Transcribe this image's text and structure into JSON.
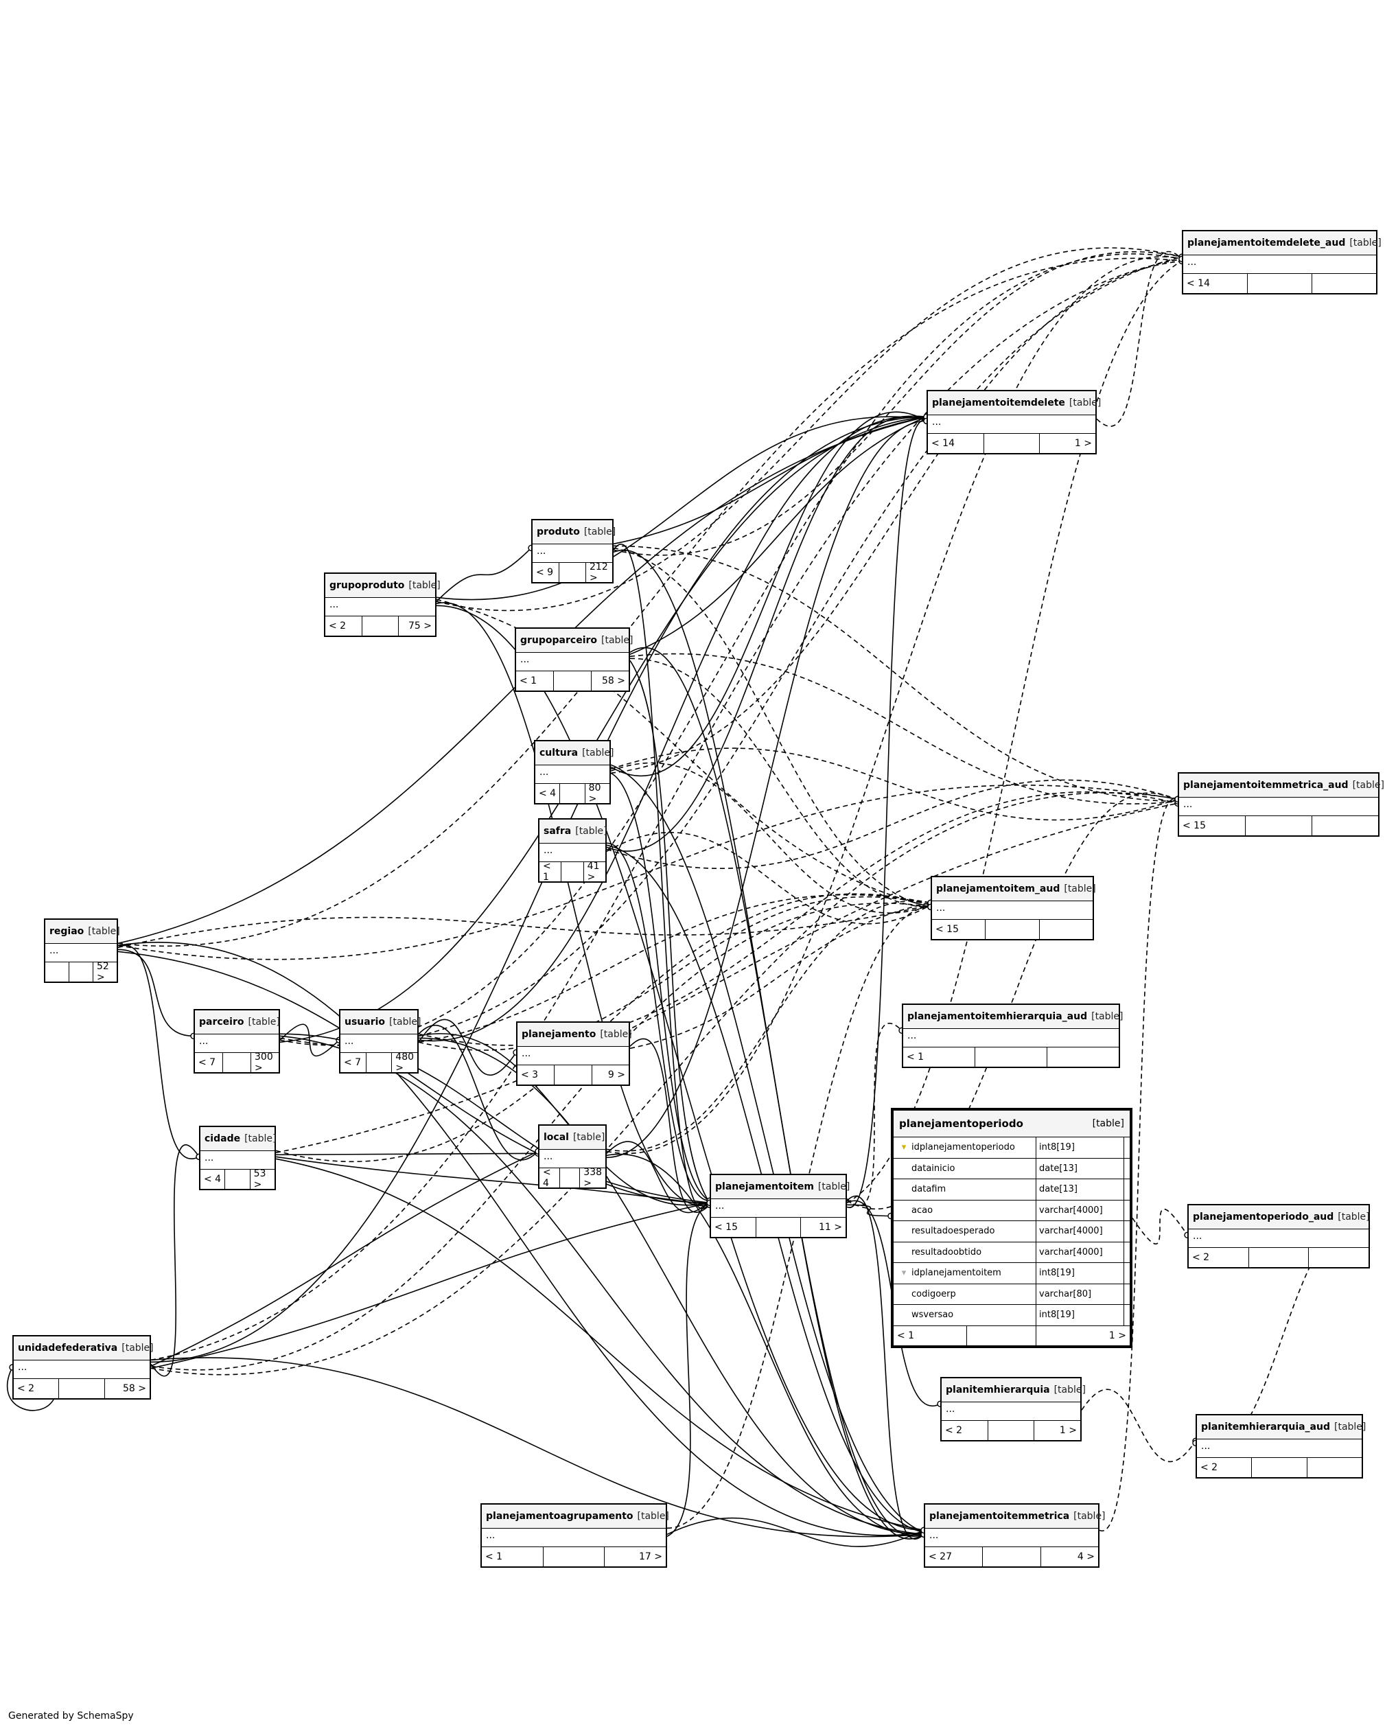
{
  "diagram": {
    "credit": "Generated by SchemaSpy",
    "table_tag": "[table]",
    "tables": [
      {
        "id": "planejamentoitemdelete_aud",
        "name": "planejamentoitemdelete_aud",
        "columns": "...",
        "parents": "< 14",
        "children": ""
      },
      {
        "id": "planejamentoitemdelete",
        "name": "planejamentoitemdelete",
        "columns": "...",
        "parents": "< 14",
        "children": "1 >"
      },
      {
        "id": "produto",
        "name": "produto",
        "columns": "...",
        "parents": "< 9",
        "children": "212 >"
      },
      {
        "id": "grupoproduto",
        "name": "grupoproduto",
        "columns": "...",
        "parents": "< 2",
        "children": "75 >"
      },
      {
        "id": "grupoparceiro",
        "name": "grupoparceiro",
        "columns": "...",
        "parents": "< 1",
        "children": "58 >"
      },
      {
        "id": "cultura",
        "name": "cultura",
        "columns": "...",
        "parents": "< 4",
        "children": "80 >"
      },
      {
        "id": "planejamentoitemmetrica_aud",
        "name": "planejamentoitemmetrica_aud",
        "columns": "...",
        "parents": "< 15",
        "children": ""
      },
      {
        "id": "safra",
        "name": "safra",
        "columns": "...",
        "parents": "< 1",
        "children": "41 >"
      },
      {
        "id": "planejamentoitem_aud",
        "name": "planejamentoitem_aud",
        "columns": "...",
        "parents": "< 15",
        "children": ""
      },
      {
        "id": "regiao",
        "name": "regiao",
        "columns": "...",
        "parents": "",
        "children": "52 >"
      },
      {
        "id": "planejamentoitemhierarquia_aud",
        "name": "planejamentoitemhierarquia_aud",
        "columns": "...",
        "parents": "< 1",
        "children": ""
      },
      {
        "id": "parceiro",
        "name": "parceiro",
        "columns": "...",
        "parents": "< 7",
        "children": "300 >"
      },
      {
        "id": "usuario",
        "name": "usuario",
        "columns": "...",
        "parents": "< 7",
        "children": "480 >"
      },
      {
        "id": "planejamento",
        "name": "planejamento",
        "columns": "...",
        "parents": "< 3",
        "children": "9 >"
      },
      {
        "id": "cidade",
        "name": "cidade",
        "columns": "...",
        "parents": "< 4",
        "children": "53 >"
      },
      {
        "id": "local",
        "name": "local",
        "columns": "...",
        "parents": "< 4",
        "children": "338 >"
      },
      {
        "id": "planejamentoitem",
        "name": "planejamentoitem",
        "columns": "...",
        "parents": "< 15",
        "children": "11 >"
      },
      {
        "id": "planejamentoperiodo_aud",
        "name": "planejamentoperiodo_aud",
        "columns": "...",
        "parents": "< 2",
        "children": ""
      },
      {
        "id": "unidadefederativa",
        "name": "unidadefederativa",
        "columns": "...",
        "parents": "< 2",
        "children": "58 >"
      },
      {
        "id": "planitemhierarquia",
        "name": "planitemhierarquia",
        "columns": "...",
        "parents": "< 2",
        "children": "1 >"
      },
      {
        "id": "planitemhierarquia_aud",
        "name": "planitemhierarquia_aud",
        "columns": "...",
        "parents": "< 2",
        "children": ""
      },
      {
        "id": "planejamentoagrupamento",
        "name": "planejamentoagrupamento",
        "columns": "...",
        "parents": "< 1",
        "children": "17 >"
      },
      {
        "id": "planejamentoitemmetrica",
        "name": "planejamentoitemmetrica",
        "columns": "...",
        "parents": "< 27",
        "children": "4 >"
      }
    ],
    "focus_table": {
      "name": "planejamentoperiodo",
      "tag": "[table]",
      "columns": [
        {
          "name": "idplanejamentoperiodo",
          "type": "int8[19]",
          "key": "pk"
        },
        {
          "name": "datainicio",
          "type": "date[13]",
          "key": ""
        },
        {
          "name": "datafim",
          "type": "date[13]",
          "key": ""
        },
        {
          "name": "acao",
          "type": "varchar[4000]",
          "key": ""
        },
        {
          "name": "resultadoesperado",
          "type": "varchar[4000]",
          "key": ""
        },
        {
          "name": "resultadoobtido",
          "type": "varchar[4000]",
          "key": ""
        },
        {
          "name": "idplanejamentoitem",
          "type": "int8[19]",
          "key": "fk"
        },
        {
          "name": "codigoerp",
          "type": "varchar[80]",
          "key": ""
        },
        {
          "name": "wsversao",
          "type": "int8[19]",
          "key": ""
        }
      ],
      "parents": "< 1",
      "children": "1 >"
    },
    "relationships": [
      {
        "from": "regiao",
        "to": "planejamentoitemdelete",
        "style": "solid"
      },
      {
        "from": "regiao",
        "to": "planejamentoitemmetrica",
        "style": "solid"
      },
      {
        "from": "regiao",
        "to": "cidade",
        "style": "solid"
      },
      {
        "from": "regiao",
        "to": "parceiro",
        "style": "solid"
      },
      {
        "from": "regiao",
        "to": "planejamentoitem",
        "style": "solid"
      },
      {
        "from": "regiao",
        "to": "planejamentoitemdelete_aud",
        "style": "dashed"
      },
      {
        "from": "regiao",
        "to": "planejamentoitemmetrica_aud",
        "style": "dashed"
      },
      {
        "from": "regiao",
        "to": "planejamentoitem_aud",
        "style": "dashed"
      },
      {
        "from": "parceiro",
        "to": "usuario",
        "style": "solid"
      },
      {
        "from": "parceiro",
        "to": "planejamentoitemdelete",
        "style": "solid"
      },
      {
        "from": "parceiro",
        "to": "planejamentoitem",
        "style": "solid"
      },
      {
        "from": "parceiro",
        "to": "planejamentoitemmetrica",
        "style": "solid"
      },
      {
        "from": "parceiro",
        "to": "planejamentoitem_aud",
        "style": "dashed"
      },
      {
        "from": "parceiro",
        "to": "planejamentoitemdelete_aud",
        "style": "dashed"
      },
      {
        "from": "usuario",
        "to": "planejamento",
        "style": "solid"
      },
      {
        "from": "usuario",
        "to": "local",
        "style": "solid"
      },
      {
        "from": "usuario",
        "to": "planejamentoitem",
        "style": "solid"
      },
      {
        "from": "usuario",
        "to": "planejamentoitemmetrica",
        "style": "solid"
      },
      {
        "from": "usuario",
        "to": "planejamentoitemdelete",
        "style": "solid"
      },
      {
        "from": "usuario",
        "to": "planejamentoitem_aud",
        "style": "dashed"
      },
      {
        "from": "usuario",
        "to": "planejamentoitemmetrica_aud",
        "style": "dashed"
      },
      {
        "from": "usuario",
        "to": "planejamentoitemdelete_aud",
        "style": "dashed"
      },
      {
        "from": "grupoproduto",
        "to": "produto",
        "style": "solid"
      },
      {
        "from": "grupoproduto",
        "to": "planejamentoitem",
        "style": "solid"
      },
      {
        "from": "grupoproduto",
        "to": "planejamentoitemmetrica",
        "style": "solid"
      },
      {
        "from": "grupoproduto",
        "to": "planejamentoitemdelete",
        "style": "solid"
      },
      {
        "from": "grupoproduto",
        "to": "planejamentoitem_aud",
        "style": "dashed"
      },
      {
        "from": "grupoproduto",
        "to": "planejamentoitemdelete_aud",
        "style": "dashed"
      },
      {
        "from": "produto",
        "to": "planejamentoitem",
        "style": "solid"
      },
      {
        "from": "produto",
        "to": "planejamentoitemmetrica",
        "style": "solid"
      },
      {
        "from": "produto",
        "to": "planejamentoitemdelete",
        "style": "solid"
      },
      {
        "from": "produto",
        "to": "planejamentoitemmetrica_aud",
        "style": "dashed"
      },
      {
        "from": "produto",
        "to": "planejamentoitem_aud",
        "style": "dashed"
      },
      {
        "from": "produto",
        "to": "planejamentoitemdelete_aud",
        "style": "dashed"
      },
      {
        "from": "grupoparceiro",
        "to": "planejamentoitem",
        "style": "solid"
      },
      {
        "from": "grupoparceiro",
        "to": "planejamentoitemmetrica",
        "style": "solid"
      },
      {
        "from": "grupoparceiro",
        "to": "planejamentoitemdelete",
        "style": "solid"
      },
      {
        "from": "grupoparceiro",
        "to": "planejamentoitemmetrica_aud",
        "style": "dashed"
      },
      {
        "from": "grupoparceiro",
        "to": "planejamentoitem_aud",
        "style": "dashed"
      },
      {
        "from": "cultura",
        "to": "planejamentoitem",
        "style": "solid"
      },
      {
        "from": "cultura",
        "to": "planejamentoitemmetrica",
        "style": "solid"
      },
      {
        "from": "cultura",
        "to": "planejamentoitemdelete",
        "style": "solid"
      },
      {
        "from": "cultura",
        "to": "planejamentoitemmetrica_aud",
        "style": "dashed"
      },
      {
        "from": "cultura",
        "to": "planejamentoitem_aud",
        "style": "dashed"
      },
      {
        "from": "cultura",
        "to": "planejamentoitemdelete_aud",
        "style": "dashed"
      },
      {
        "from": "safra",
        "to": "planejamentoitem",
        "style": "solid"
      },
      {
        "from": "safra",
        "to": "planejamentoitemmetrica",
        "style": "solid"
      },
      {
        "from": "safra",
        "to": "planejamentoitemdelete",
        "style": "solid"
      },
      {
        "from": "safra",
        "to": "planejamentoitemmetrica_aud",
        "style": "dashed"
      },
      {
        "from": "safra",
        "to": "planejamentoitem_aud",
        "style": "dashed"
      },
      {
        "from": "planejamento",
        "to": "planejamentoitem",
        "style": "solid"
      },
      {
        "from": "planejamento",
        "to": "planejamentoitem_aud",
        "style": "dashed"
      },
      {
        "from": "cidade",
        "to": "local",
        "style": "solid"
      },
      {
        "from": "cidade",
        "to": "planejamentoitem",
        "style": "solid"
      },
      {
        "from": "cidade",
        "to": "planejamentoitemmetrica",
        "style": "solid"
      },
      {
        "from": "cidade",
        "to": "planejamentoitem_aud",
        "style": "dashed"
      },
      {
        "from": "cidade",
        "to": "planejamentoitemmetrica_aud",
        "style": "dashed"
      },
      {
        "from": "local",
        "to": "planejamentoitem",
        "style": "solid"
      },
      {
        "from": "local",
        "to": "planejamentoitemmetrica",
        "style": "solid"
      },
      {
        "from": "local",
        "to": "planejamentoitemdelete",
        "style": "solid"
      },
      {
        "from": "local",
        "to": "planejamentoitem_aud",
        "style": "dashed"
      },
      {
        "from": "local",
        "to": "planejamentoitemdelete_aud",
        "style": "dashed"
      },
      {
        "from": "unidadefederativa",
        "to": "cidade",
        "style": "solid"
      },
      {
        "from": "unidadefederativa",
        "to": "local",
        "style": "solid"
      },
      {
        "from": "unidadefederativa",
        "to": "planejamentoitem",
        "style": "solid"
      },
      {
        "from": "unidadefederativa",
        "to": "planejamentoitemmetrica",
        "style": "solid"
      },
      {
        "from": "unidadefederativa",
        "to": "planejamentoitemdelete",
        "style": "solid"
      },
      {
        "from": "unidadefederativa",
        "to": "unidadefederativa",
        "style": "solid"
      },
      {
        "from": "unidadefederativa",
        "to": "planejamentoitem_aud",
        "style": "dashed"
      },
      {
        "from": "unidadefederativa",
        "to": "planejamentoitemmetrica_aud",
        "style": "dashed"
      },
      {
        "from": "unidadefederativa",
        "to": "planejamentoitemdelete_aud",
        "style": "dashed"
      },
      {
        "from": "planejamentoitem",
        "to": "planejamentoitemmetrica",
        "style": "solid"
      },
      {
        "from": "planejamentoitem",
        "to": "planitemhierarquia",
        "style": "solid"
      },
      {
        "from": "planejamentoitem",
        "to": "planejamentoperiodo",
        "style": "solid"
      },
      {
        "from": "planejamentoitem",
        "to": "planejamentoitemdelete",
        "style": "solid"
      },
      {
        "from": "planejamentoitem",
        "to": "planejamentoitemhierarquia_aud",
        "style": "dashed"
      },
      {
        "from": "planejamentoitem",
        "to": "planejamentoitemmetrica_aud",
        "style": "dashed"
      },
      {
        "from": "planejamentoitem",
        "to": "planejamentoitemdelete_aud",
        "style": "dashed"
      },
      {
        "from": "planejamentoagrupamento",
        "to": "planejamentoitemmetrica",
        "style": "solid"
      },
      {
        "from": "planejamentoagrupamento",
        "to": "planejamentoitem",
        "style": "solid"
      },
      {
        "from": "planejamentoagrupamento",
        "to": "planejamentoitem_aud",
        "style": "dashed"
      },
      {
        "from": "planejamentoitemmetrica",
        "to": "planejamentoitemmetrica_aud",
        "style": "dashed"
      },
      {
        "from": "planejamentoitemdelete",
        "to": "planejamentoitemdelete_aud",
        "style": "dashed"
      },
      {
        "from": "planejamentoperiodo",
        "to": "planejamentoperiodo_aud",
        "style": "dashed"
      },
      {
        "from": "planitemhierarquia",
        "to": "planitemhierarquia_aud",
        "style": "dashed"
      },
      {
        "from": "planejamentoperiodo_aud",
        "to": "planitemhierarquia_aud",
        "style": "dashed"
      }
    ]
  }
}
